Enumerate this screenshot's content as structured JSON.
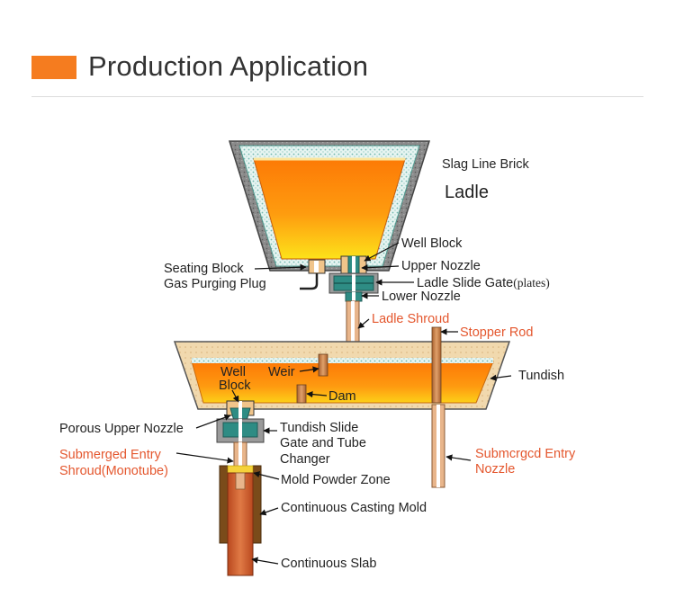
{
  "header": {
    "title": "Production Application",
    "accent_color": "#f57c1f"
  },
  "colors": {
    "label_dark": "#222222",
    "label_red": "#e4572e",
    "steel_orange": "#fd8a0e",
    "steel_yellow": "#fdd215",
    "refractory": "#f2dbb5",
    "shell_gray": "#6b6b6b"
  },
  "labels": {
    "slag_line_brick": "Slag Line Brick",
    "ladle": "Ladle",
    "well_block_top": "Well Block",
    "seating_block": "Seating Block",
    "gas_purging_plug": "Gas Purging Plug",
    "upper_nozzle": "Upper Nozzle",
    "ladle_slide_gate": "Ladle Slide Gate",
    "plates": "(plates)",
    "lower_nozzle": "Lower Nozzle",
    "ladle_shroud": "Ladle Shroud",
    "stopper_rod": "Stopper Rod",
    "well_block_l1": "Well",
    "well_block_l2": "Block",
    "weir": "Weir",
    "dam": "Dam",
    "tundish": "Tundish",
    "porous_upper_nozzle": "Porous Upper Nozzle",
    "tundish_slide_l1": "Tundish Slide",
    "tundish_slide_l2": "Gate and Tube",
    "tundish_slide_l3": "Changer",
    "submerged_shroud_l1": "Submerged Entry",
    "submerged_shroud_l2": "Shroud(Monotube)",
    "submerged_nozzle_l1": "Submcrgcd Entry",
    "submerged_nozzle_l2": "Nozzle",
    "mold_powder_zone": "Mold Powder Zone",
    "continuous_casting_mold": "Continuous Casting Mold",
    "continuous_slab": "Continuous Slab"
  }
}
